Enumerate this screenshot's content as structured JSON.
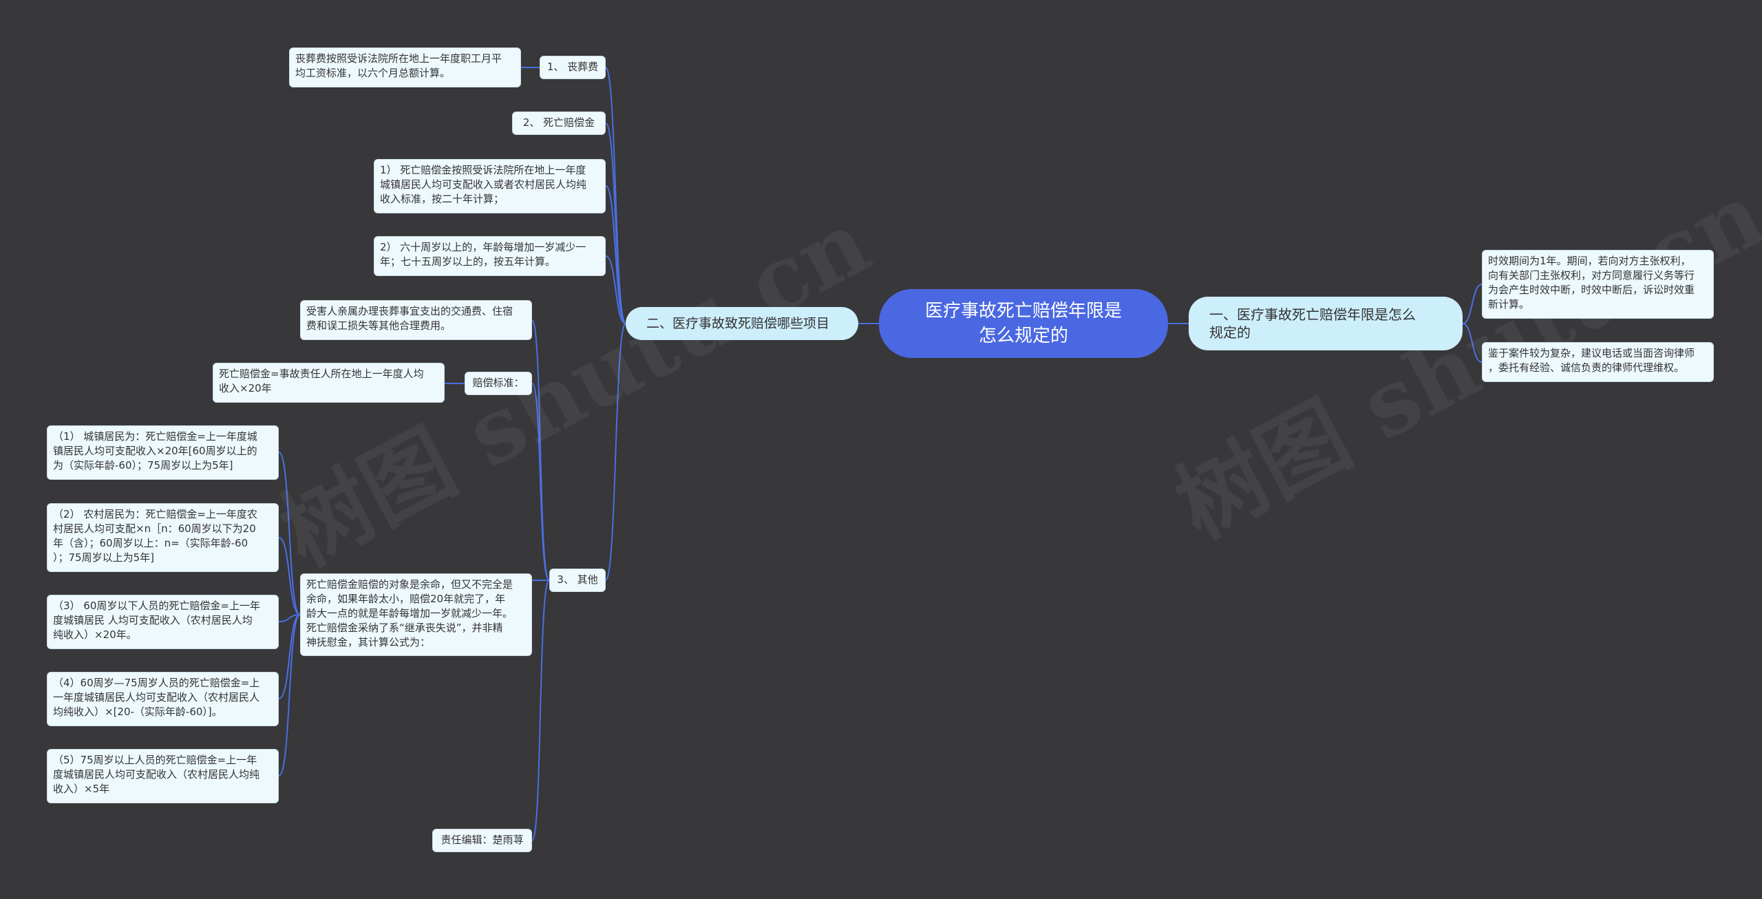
{
  "central_topic": "医疗事故死亡赔偿年限是\n怎么规定的",
  "watermark": "树图 shutu.cn",
  "branch_one": {
    "label": "一、医疗事故死亡赔偿年限是怎么\n规定的",
    "items": [
      "时效期间为1年。期间，若向对方主张权利，\n向有关部门主张权利，对方同意履行义务等行\n为会产生时效中断，时效中断后，诉讼时效重\n新计算。",
      "鉴于案件较为复杂，建议电话或当面咨询律师\n，委托有经验、诚信负责的律师代理维权。"
    ]
  },
  "branch_two": {
    "label": "二、医疗事故致死赔偿哪些项目",
    "funeral": {
      "label": "1、 丧葬费",
      "detail": "丧葬费按照受诉法院所在地上一年度职工月平\n均工资标准，以六个月总额计算。"
    },
    "death_compensation": {
      "label": "2、 死亡赔偿金"
    },
    "note_1": "1） 死亡赔偿金按照受诉法院所在地上一年度\n城镇居民人均可支配收入或者农村居民人均纯\n收入标准，按二十年计算；",
    "note_2": "2） 六十周岁以上的，年龄每增加一岁减少一\n年；七十五周岁以上的，按五年计算。",
    "others": {
      "label": "3、 其他",
      "transport": "受害人亲属办理丧葬事宜支出的交通费、住宿\n费和误工损失等其他合理费用。",
      "standard_label": "赔偿标准：",
      "standard_detail": "死亡赔偿金=事故责任人所在地上一年度人均\n收入×20年",
      "formula_intro": "死亡赔偿金赔偿的对象是余命，但又不完全是\n余命，如果年龄太小，赔偿20年就完了，年\n龄大一点的就是年龄每增加一岁就减少一年。\n死亡赔偿金采纳了系“继承丧失说”，并非精\n神抚慰金，其计算公式为：",
      "formulas": [
        "（1） 城镇居民为：死亡赔偿金=上一年度城\n镇居民人均可支配收入×20年[60周岁以上的\n为（实际年龄-60）；75周岁以上为5年]",
        "（2） 农村居民为：死亡赔偿金=上一年度农\n村居民人均可支配×n［n：60周岁以下为20\n年（含）；60周岁以上：n=（实际年龄-60\n）；75周岁以上为5年]",
        "（3） 60周岁以下人员的死亡赔偿金=上一年\n度城镇居民 人均可支配收入（农村居民人均\n纯收入）×20年。",
        "（4）60周岁—75周岁人员的死亡赔偿金=上\n一年度城镇居民人均可支配收入（农村居民人\n均纯收入）×[20-（实际年龄-60）]。",
        "（5）75周岁以上人员的死亡赔偿金=上一年\n度城镇居民人均可支配收入（农村居民人均纯\n收入）×5年"
      ],
      "editor": "责任编辑：楚雨荨"
    }
  },
  "colors": {
    "background": "#38373a",
    "central_fill": "#4a68e2",
    "main_fill": "#cdeefb",
    "leaf_fill": "#eef9fd",
    "connector": "#4a6fe0"
  }
}
